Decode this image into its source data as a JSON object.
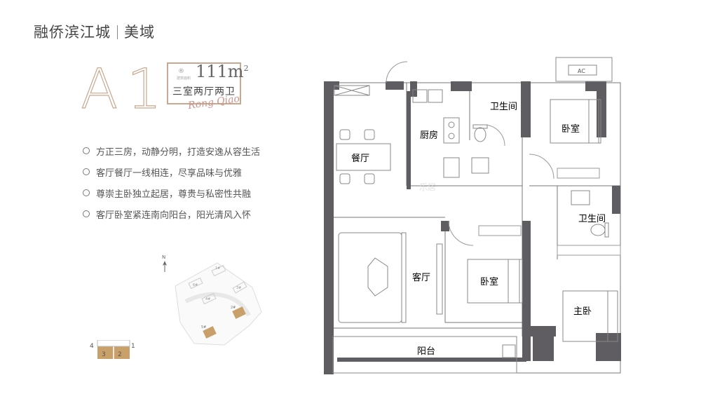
{
  "brand": {
    "name": "融侨滨江城",
    "collection": "美域"
  },
  "unit": {
    "code": "A",
    "code_digit": "1",
    "area_value": "111m",
    "area_sup": "2",
    "mini_mark": "®",
    "mini_caption": "建筑面积",
    "layout_name": "三室两厅两卫",
    "script": "Rong Qiao"
  },
  "features": [
    "方正三房，动静分明，打造安逸从容生活",
    "客厅餐厅一线相连，尽享品味与优雅",
    "尊崇主卧独立起居，尊贵与私密性共融",
    "客厅卧室紧连南向阳台，阳光清风入怀"
  ],
  "site_plan": {
    "north_label": "N",
    "buildings": [
      "1#",
      "2#",
      "3#",
      "4#",
      "5#",
      "6#"
    ]
  },
  "building_legend": {
    "units": [
      "4",
      "3",
      "2",
      "1"
    ],
    "highlight": [
      "3",
      "2"
    ]
  },
  "floorplan": {
    "rooms": {
      "dining": "餐厅",
      "kitchen": "厨房",
      "bath1": "卫生间",
      "bedroom1": "卧室",
      "bath2": "卫生间",
      "living": "客厅",
      "bedroom2": "卧室",
      "master": "主卧",
      "balcony": "阳台"
    },
    "ac_label": "AC",
    "watermark": "乐居"
  },
  "colors": {
    "accent": "#c8a88e",
    "wall": "#5f5d61",
    "highlight": "#c9a06a"
  }
}
